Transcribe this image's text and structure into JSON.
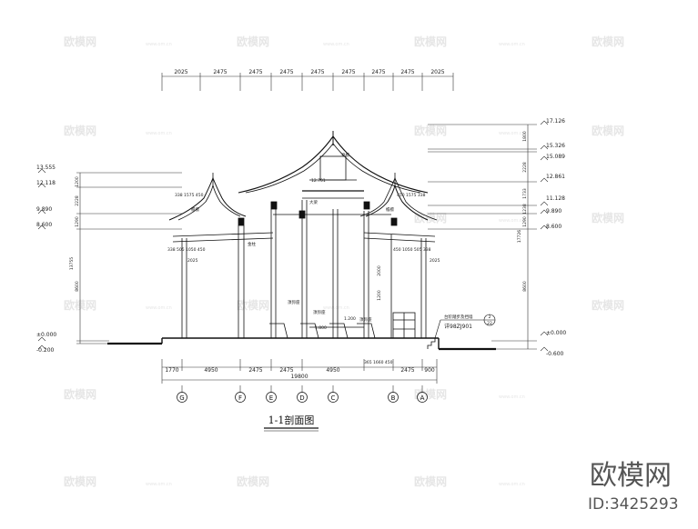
{
  "drawing": {
    "title": "1-1剖面图",
    "top_dims": [
      "2025",
      "2475",
      "2475",
      "2475",
      "2475",
      "2475",
      "2475",
      "2475",
      "2025"
    ],
    "bottom_dims": [
      "1770",
      "4950",
      "2475",
      "2475",
      "4950",
      "2475",
      "900"
    ],
    "bottom_detail_dims": "365 1660 450",
    "total_width": "19800",
    "axes": [
      "G",
      "F",
      "E",
      "D",
      "C",
      "B",
      "A"
    ],
    "left_levels": [
      "13.555",
      "12.118",
      "9.890",
      "8.600",
      "±0.000",
      "-0.200"
    ],
    "left_vert_dims": [
      "1200",
      "2228",
      "1290",
      "13755",
      "8600"
    ],
    "right_levels": [
      "17.126",
      "15.326",
      "15.089",
      "12.861",
      "11.128",
      "9.890",
      "8.600",
      "±0.000",
      "-0.600"
    ],
    "right_vert_dims": [
      "1800",
      "2228",
      "1733",
      "1238",
      "1290",
      "17726",
      "8600"
    ],
    "left_top_dims": "338 1575 450",
    "right_top_dims": "450 1575 338",
    "left_low_dims": "338 505 1050 450",
    "right_low_dims": "450 1050 505 338",
    "left_eave_dim": "2025",
    "right_eave_dim": "2025",
    "ridge_level": "12.701",
    "mid_level_a": "1.800",
    "mid_level_b": "1.200",
    "vert_mid_dims": [
      "2000",
      "1200"
    ],
    "labels": {
      "ridge": "脊檩",
      "baseboard": "须弥座",
      "eave_purlin": "檐檩",
      "beam": "大梁",
      "column": "金柱"
    },
    "callout_text": "台阶踏步及挡墙",
    "callout_ref": "详98ZJ901",
    "callout_num_top": "2",
    "callout_num_bottom": "22",
    "watermark_text": "欧模网",
    "watermark_url": "www.om.cn",
    "brand_name": "欧模网",
    "brand_id": "ID:3425293"
  }
}
